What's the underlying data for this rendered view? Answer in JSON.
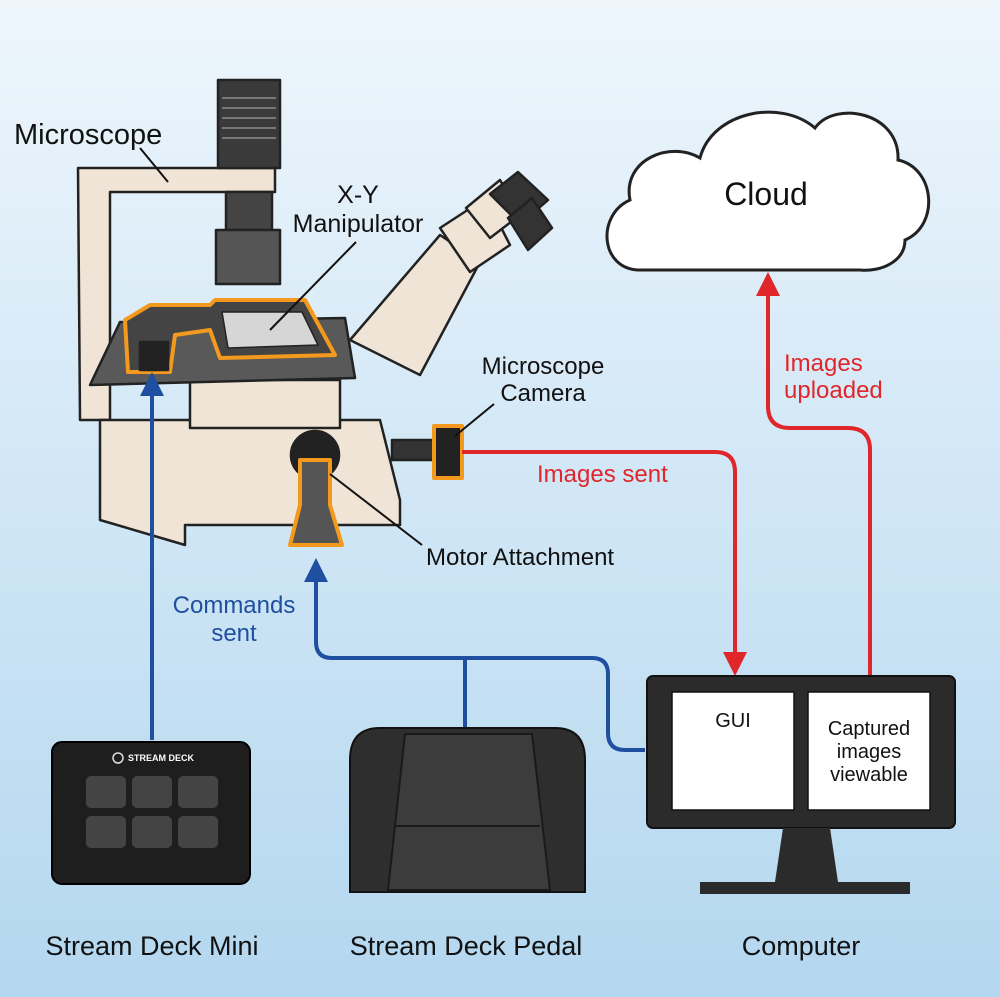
{
  "labels": {
    "microscope": "Microscope",
    "xy_line1": "X-Y",
    "xy_line2": "Manipulator",
    "camera_line1": "Microscope",
    "camera_line2": "Camera",
    "motor": "Motor Attachment",
    "cloud": "Cloud",
    "images_sent": "Images sent",
    "uploaded_line1": "Images",
    "uploaded_line2": "uploaded",
    "commands_line1": "Commands",
    "commands_line2": "sent",
    "gui": "GUI",
    "captured_line1": "Captured",
    "captured_line2": "images",
    "captured_line3": "viewable",
    "deck_logo": "STREAM DECK",
    "stream_deck_mini": "Stream Deck Mini",
    "stream_deck_pedal": "Stream Deck Pedal",
    "computer": "Computer"
  },
  "colors": {
    "background_top": "#e9f3fb",
    "background_bottom": "#b7d9f0",
    "microscope_body": "#efe4d6",
    "highlight_outline": "#f39a1e",
    "data_flow": "#e0262b",
    "command_flow": "#1f4fa0",
    "device_dark": "#2b2b2b"
  }
}
